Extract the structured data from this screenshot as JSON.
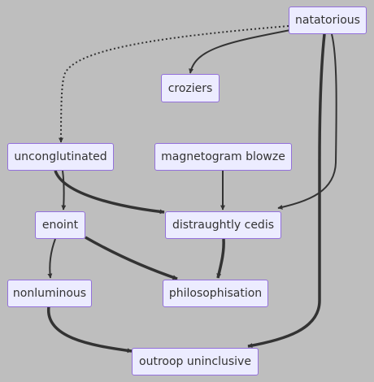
{
  "diagram": {
    "nodes": {
      "natatorious": "natatorious",
      "croziers": "croziers",
      "unconglutinated": "unconglutinated",
      "magnetogram_blowze": "magnetogram blowze",
      "enoint": "enoint",
      "distraughtly_cedis": "distraughtly cedis",
      "nonluminous": "nonluminous",
      "philosophisation": "philosophisation",
      "outroop_uninclusive": "outroop uninclusive"
    },
    "edges": [
      {
        "from": "natatorious",
        "to": "croziers",
        "style": "normal"
      },
      {
        "from": "natatorious",
        "to": "unconglutinated",
        "style": "dotted"
      },
      {
        "from": "natatorious",
        "to": "distraughtly_cedis",
        "style": "normal"
      },
      {
        "from": "natatorious",
        "to": "outroop_uninclusive",
        "style": "thick"
      },
      {
        "from": "unconglutinated",
        "to": "enoint",
        "style": "normal"
      },
      {
        "from": "unconglutinated",
        "to": "distraughtly_cedis",
        "style": "thick"
      },
      {
        "from": "magnetogram_blowze",
        "to": "distraughtly_cedis",
        "style": "normal"
      },
      {
        "from": "enoint",
        "to": "nonluminous",
        "style": "normal"
      },
      {
        "from": "enoint",
        "to": "philosophisation",
        "style": "thick"
      },
      {
        "from": "distraughtly_cedis",
        "to": "philosophisation",
        "style": "thick"
      },
      {
        "from": "nonluminous",
        "to": "outroop_uninclusive",
        "style": "thick"
      }
    ],
    "colors": {
      "background": "#bebebe",
      "node_fill": "#ececff",
      "node_border": "#9370db",
      "edge": "#333333",
      "text": "#333333"
    }
  }
}
